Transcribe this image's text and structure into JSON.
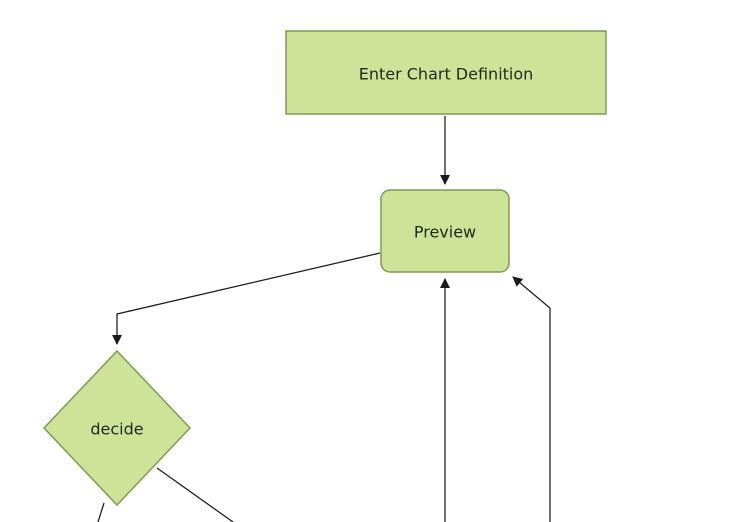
{
  "diagram": {
    "type": "flowchart",
    "nodes": {
      "enter_chart_definition": {
        "label": "Enter Chart Definition",
        "shape": "rectangle"
      },
      "preview": {
        "label": "Preview",
        "shape": "rounded-rectangle"
      },
      "decide": {
        "label": "decide",
        "shape": "diamond"
      }
    },
    "edges": [
      {
        "from": "enter_chart_definition",
        "to": "preview"
      },
      {
        "from": "preview",
        "to": "decide"
      },
      {
        "from": "offscreen-bottom-center",
        "to": "preview"
      },
      {
        "from": "offscreen-bottom-right",
        "to": "preview"
      },
      {
        "from": "decide",
        "to": "offscreen-bottom-right"
      },
      {
        "from": "decide",
        "to": "offscreen-bottom-left"
      }
    ],
    "colors": {
      "node_fill": "#cde498",
      "node_stroke": "#7f9a52",
      "edge": "#1a1a1a",
      "text": "#1f2a17",
      "background": "#ffffff"
    }
  }
}
